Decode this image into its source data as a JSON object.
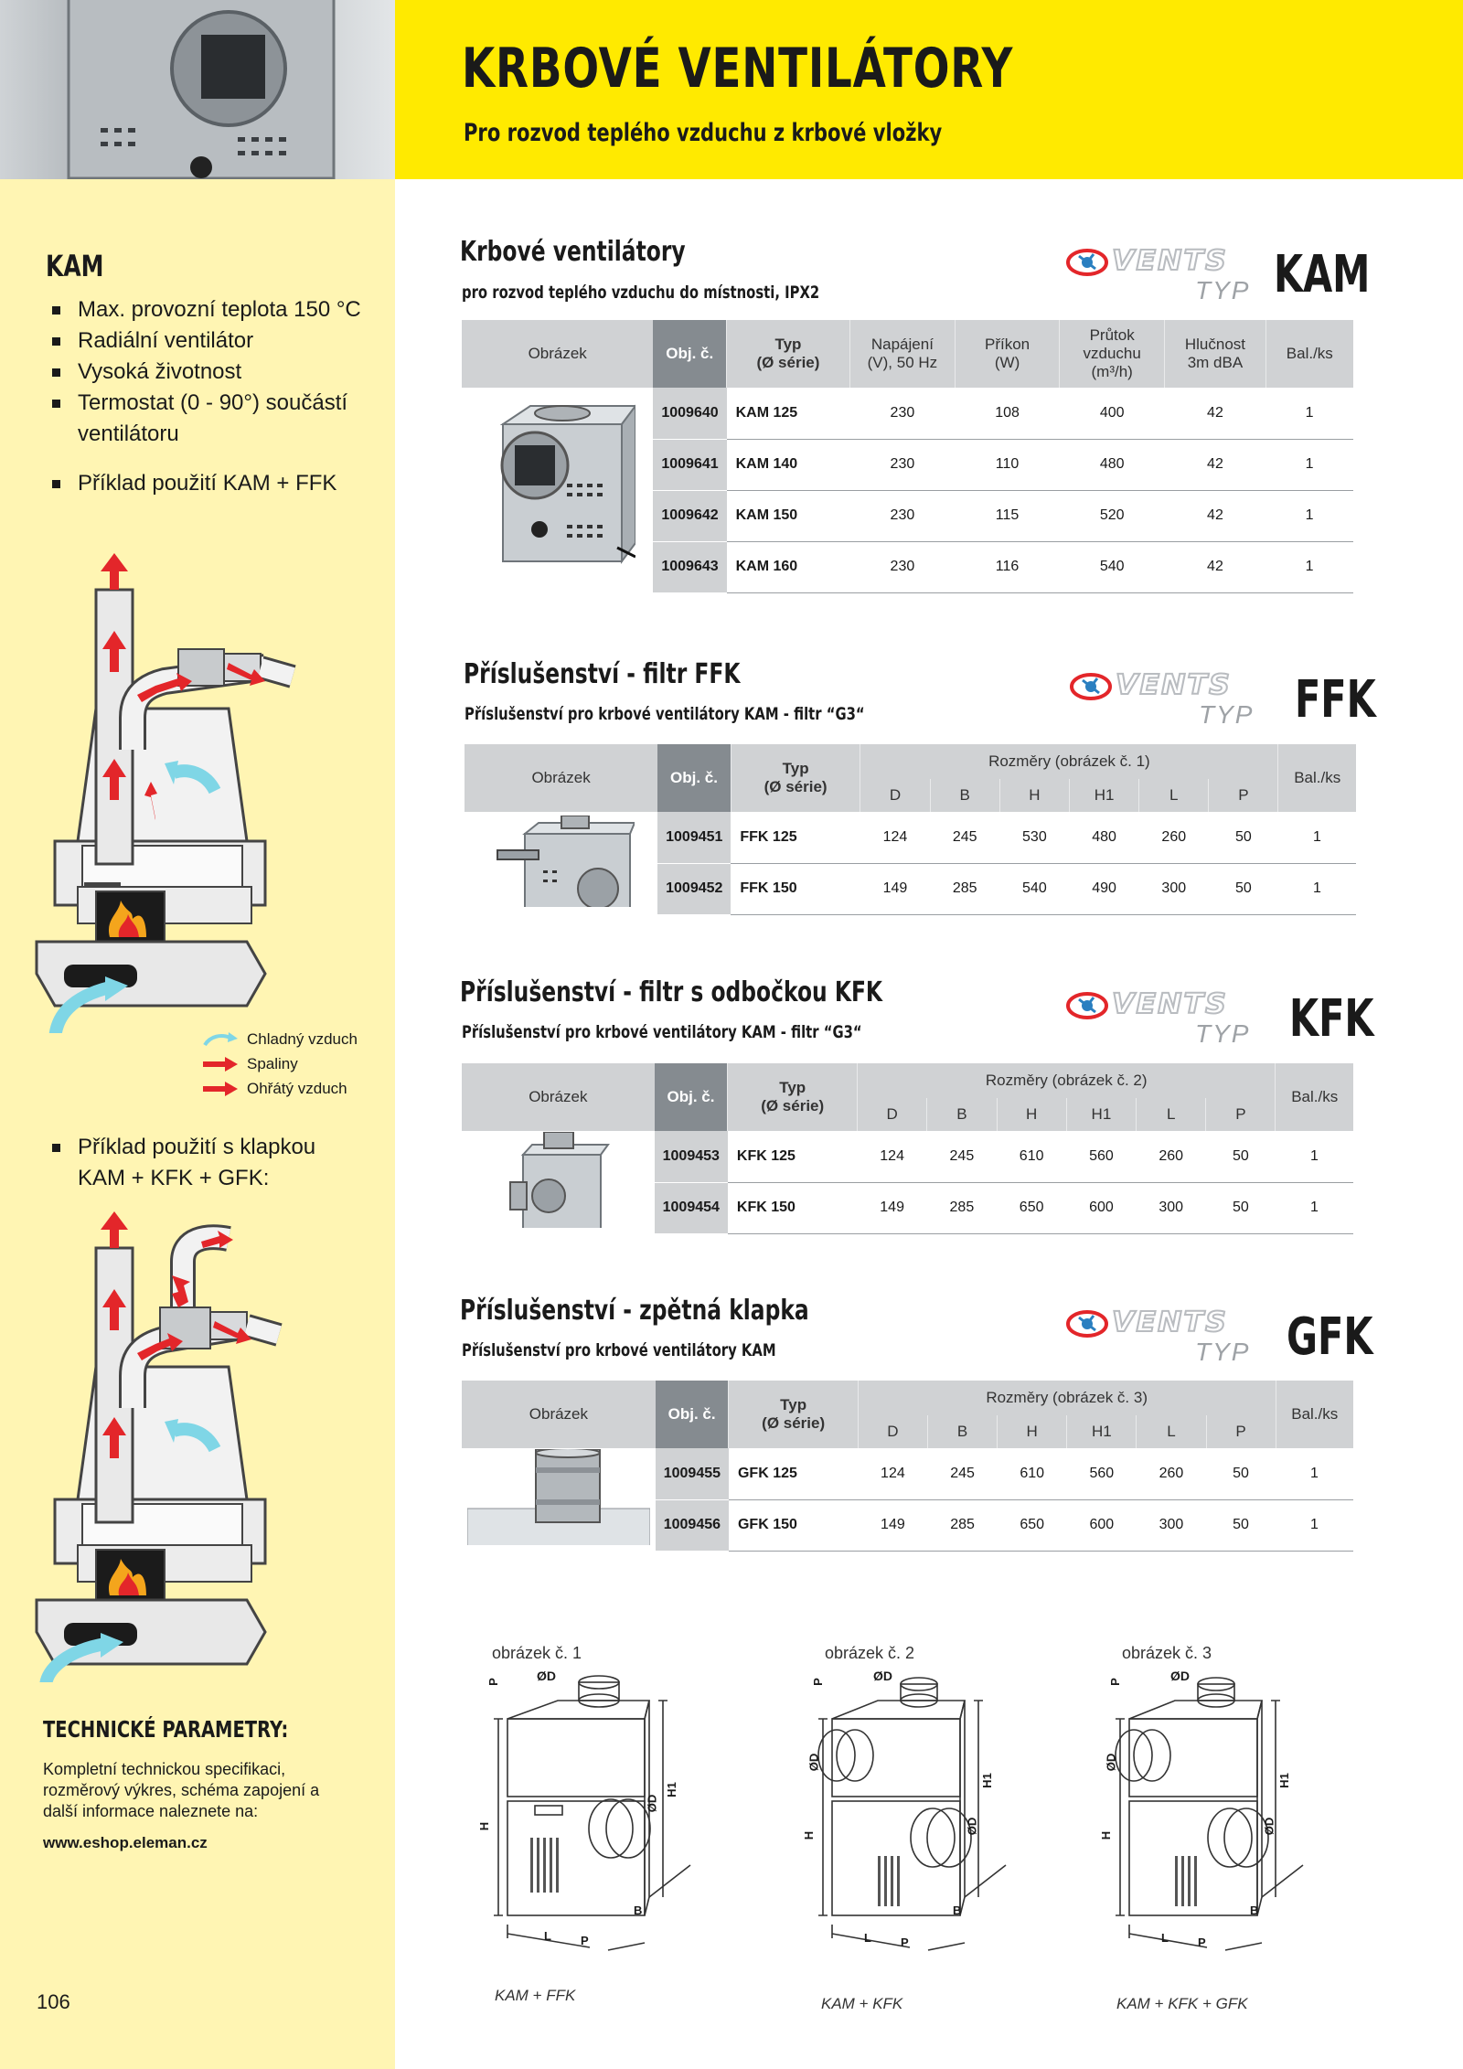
{
  "header": {
    "title": "KRBOVÉ VENTILÁTORY",
    "subtitle": "Pro rozvod teplého vzduchu z krbové vložky"
  },
  "sidebar": {
    "heading": "KAM",
    "bullets": [
      "Max. provozní teplota 150 °C",
      "Radiální ventilátor",
      "Vysoká životnost",
      "Termostat (0 - 90°) součástí ventilátoru"
    ],
    "example1": "Příklad použití KAM + FFK",
    "legend": [
      "Chladný vzduch",
      "Spaliny",
      "Ohřátý vzduch"
    ],
    "example2": "Příklad použití s klapkou KAM + KFK + GFK:",
    "tech_heading": "TECHNICKÉ PARAMETRY:",
    "tech_text": "Kompletní technickou specifikaci, rozměrový výkres, schéma zapojení a další informace naleznete na:",
    "tech_url": "www.eshop.eleman.cz",
    "page_number": "106"
  },
  "colors": {
    "yellow": "#ffea00",
    "sidebar_bg": "#fff5b3",
    "header_gray": "#d0d2d4",
    "obj_gray": "#858b90",
    "arrow_red": "#e3262a",
    "arrow_cyan": "#7fd6e6"
  },
  "logo": {
    "brand": "VENTS",
    "typ": "TYP"
  },
  "sections": [
    {
      "title": "Krbové ventilátory",
      "subtitle": "pro rozvod teplého vzduchu do místnosti, IPX2",
      "code": "KAM",
      "headers": {
        "img": "Obrázek",
        "obj": "Obj. č.",
        "typ": "Typ\n(Ø série)",
        "napajeni": "Napájení\n(V), 50 Hz",
        "prikon": "Příkon\n(W)",
        "prutok": "Průtok\nvzduchu\n(m³/h)",
        "hlucnost": "Hlučnost\n3m dBA",
        "bal": "Bal./ks"
      },
      "rows": [
        [
          "1009640",
          "KAM 125",
          "230",
          "108",
          "400",
          "42",
          "1"
        ],
        [
          "1009641",
          "KAM 140",
          "230",
          "110",
          "480",
          "42",
          "1"
        ],
        [
          "1009642",
          "KAM 150",
          "230",
          "115",
          "520",
          "42",
          "1"
        ],
        [
          "1009643",
          "KAM 160",
          "230",
          "116",
          "540",
          "42",
          "1"
        ]
      ]
    },
    {
      "title": "Příslušenství - filtr FFK",
      "subtitle": "Příslušenství pro krbové ventilátory KAM - filtr “G3“",
      "code": "FFK",
      "headers": {
        "img": "Obrázek",
        "obj": "Obj. č.",
        "typ": "Typ\n(Ø série)",
        "rozmery": "Rozměry (obrázek č. 1)",
        "dims": [
          "D",
          "B",
          "H",
          "H1",
          "L",
          "P"
        ],
        "bal": "Bal./ks"
      },
      "rows": [
        [
          "1009451",
          "FFK 125",
          "124",
          "245",
          "530",
          "480",
          "260",
          "50",
          "1"
        ],
        [
          "1009452",
          "FFK 150",
          "149",
          "285",
          "540",
          "490",
          "300",
          "50",
          "1"
        ]
      ]
    },
    {
      "title": "Příslušenství - filtr s odbočkou KFK",
      "subtitle": "Příslušenství pro krbové ventilátory KAM - filtr “G3“",
      "code": "KFK",
      "headers": {
        "img": "Obrázek",
        "obj": "Obj. č.",
        "typ": "Typ\n(Ø série)",
        "rozmery": "Rozměry (obrázek č. 2)",
        "dims": [
          "D",
          "B",
          "H",
          "H1",
          "L",
          "P"
        ],
        "bal": "Bal./ks"
      },
      "rows": [
        [
          "1009453",
          "KFK 125",
          "124",
          "245",
          "610",
          "560",
          "260",
          "50",
          "1"
        ],
        [
          "1009454",
          "KFK 150",
          "149",
          "285",
          "650",
          "600",
          "300",
          "50",
          "1"
        ]
      ]
    },
    {
      "title": "Příslušenství - zpětná klapka",
      "subtitle": "Příslušenství pro krbové ventilátory KAM",
      "code": "GFK",
      "headers": {
        "img": "Obrázek",
        "obj": "Obj. č.",
        "typ": "Typ\n(Ø série)",
        "rozmery": "Rozměry (obrázek č. 3)",
        "dims": [
          "D",
          "B",
          "H",
          "H1",
          "L",
          "P"
        ],
        "bal": "Bal./ks"
      },
      "rows": [
        [
          "1009455",
          "GFK 125",
          "124",
          "245",
          "610",
          "560",
          "260",
          "50",
          "1"
        ],
        [
          "1009456",
          "GFK 150",
          "149",
          "285",
          "650",
          "600",
          "300",
          "50",
          "1"
        ]
      ]
    }
  ],
  "drawings": [
    {
      "caption": "obrázek č. 1",
      "footer": "KAM + FFK"
    },
    {
      "caption": "obrázek č. 2",
      "footer": "KAM + KFK"
    },
    {
      "caption": "obrázek č. 3",
      "footer": "KAM + KFK + GFK"
    }
  ],
  "dim_labels": {
    "P": "P",
    "D": "ØD",
    "H": "H",
    "H1": "H1",
    "B": "B",
    "L": "L"
  }
}
